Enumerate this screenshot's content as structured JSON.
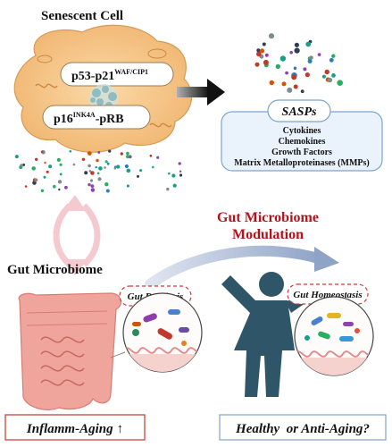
{
  "senescent": {
    "title": "Senescent Cell",
    "pathway1_main": "p53-p21",
    "pathway1_sup": "WAF/CIP1",
    "pathway2_main1": "p16",
    "pathway2_sup": "INK4A",
    "pathway2_main2": "-pRB"
  },
  "sasps": {
    "title": "SASPs",
    "items": [
      "Cytokines",
      "Chemokines",
      "Growth Factors",
      "Matrix Metalloproteinases (MMPs)"
    ]
  },
  "modulation": {
    "line1": "Gut Microbiome",
    "line2": "Modulation"
  },
  "microbiome": {
    "label": "Gut Microbiome",
    "dysbiosis": "Gut Dysbiosis",
    "homeostasis": "Gut Homeostasis"
  },
  "outcomes": {
    "left": "Inflamm-Aging",
    "left_arrow": "↑",
    "right": "Healthy  or Anti-Aging?"
  },
  "colors": {
    "cell_fill": "#f5c78e",
    "cell_stroke": "#d9a45f",
    "sasp_box_fill": "#eaf2fb",
    "sasp_box_stroke": "#7ea4cf",
    "modulation_text": "#b5121b",
    "person": "#2f5668",
    "intestine": "#efa49c",
    "exchange_arrow": "#f4c9cf",
    "mod_arrow": "#a9b8d4"
  }
}
